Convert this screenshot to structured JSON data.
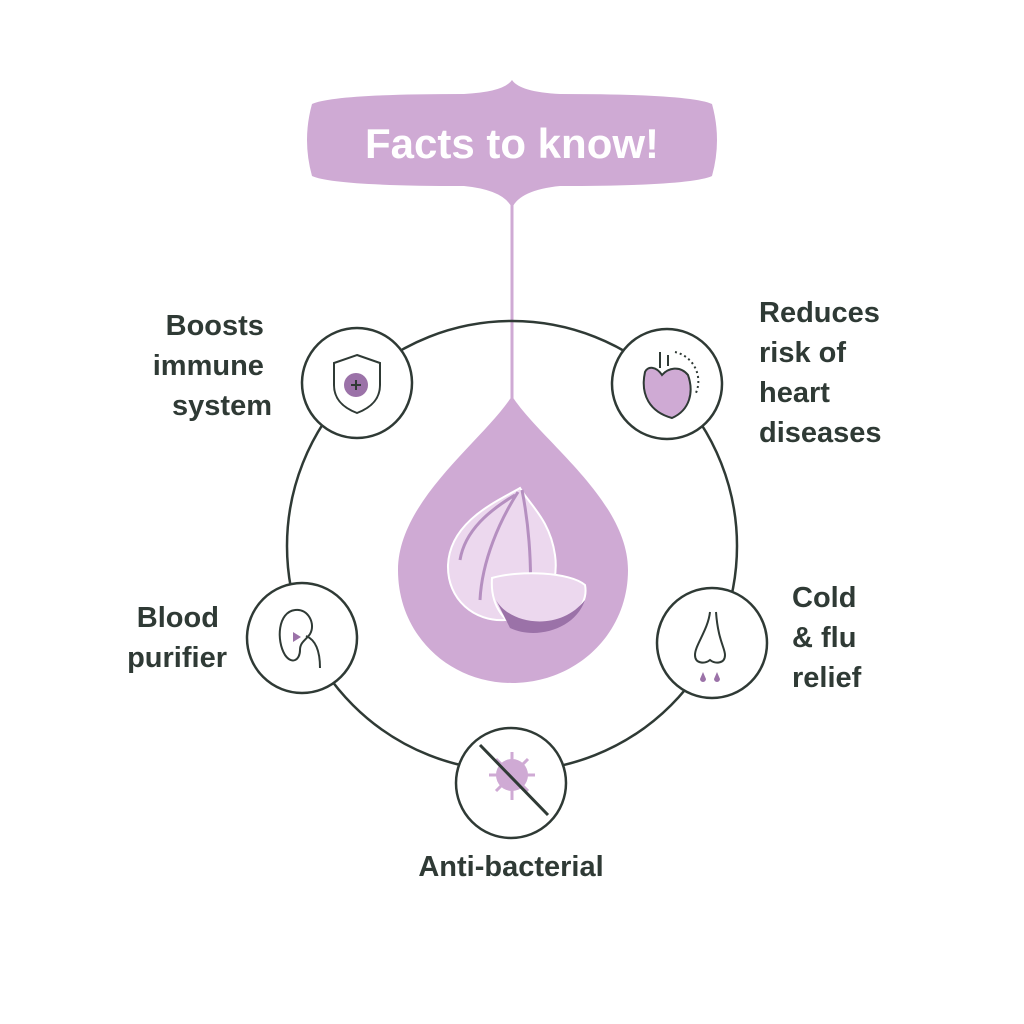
{
  "title": "Facts to know!",
  "colors": {
    "accent": "#cfaad4",
    "accent_dark": "#9b72a8",
    "ink": "#2f3a35",
    "light": "#ecd8ee"
  },
  "facts": [
    {
      "icon": "shield-plus-icon",
      "lines": [
        "Boosts",
        "immune",
        "system"
      ]
    },
    {
      "icon": "heart-icon",
      "lines": [
        "Reduces",
        "risk of",
        "heart",
        "diseases"
      ]
    },
    {
      "icon": "kidney-icon",
      "lines": [
        "Blood",
        "purifier"
      ]
    },
    {
      "icon": "nose-drip-icon",
      "lines": [
        "Cold",
        "& flu",
        "relief"
      ]
    },
    {
      "icon": "no-virus-icon",
      "lines": [
        "Anti-bacterial"
      ]
    }
  ]
}
